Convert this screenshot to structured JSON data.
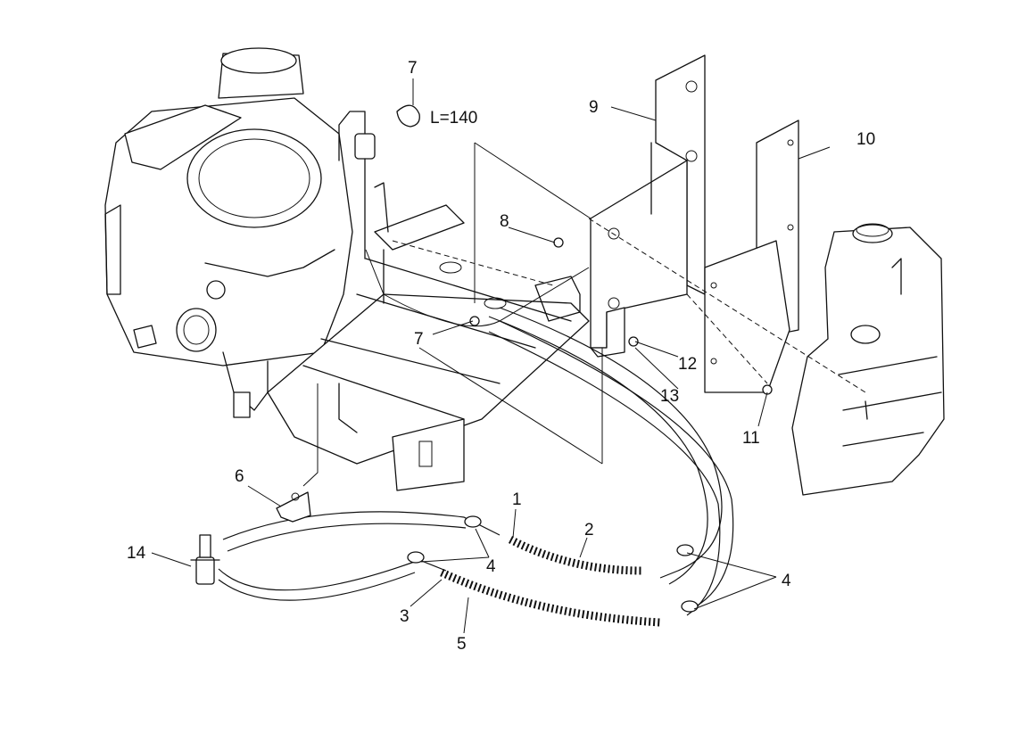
{
  "diagram": {
    "callouts": {
      "p1": "1",
      "p2": "2",
      "p3": "3",
      "p4a": "4",
      "p4b": "4",
      "p5": "5",
      "p6": "6",
      "p7a": "7",
      "p7b": "7",
      "p8": "8",
      "p9": "9",
      "p10": "10",
      "p11": "11",
      "p12": "12",
      "p13": "13",
      "p14": "14"
    },
    "dimension_note": "L=140"
  }
}
